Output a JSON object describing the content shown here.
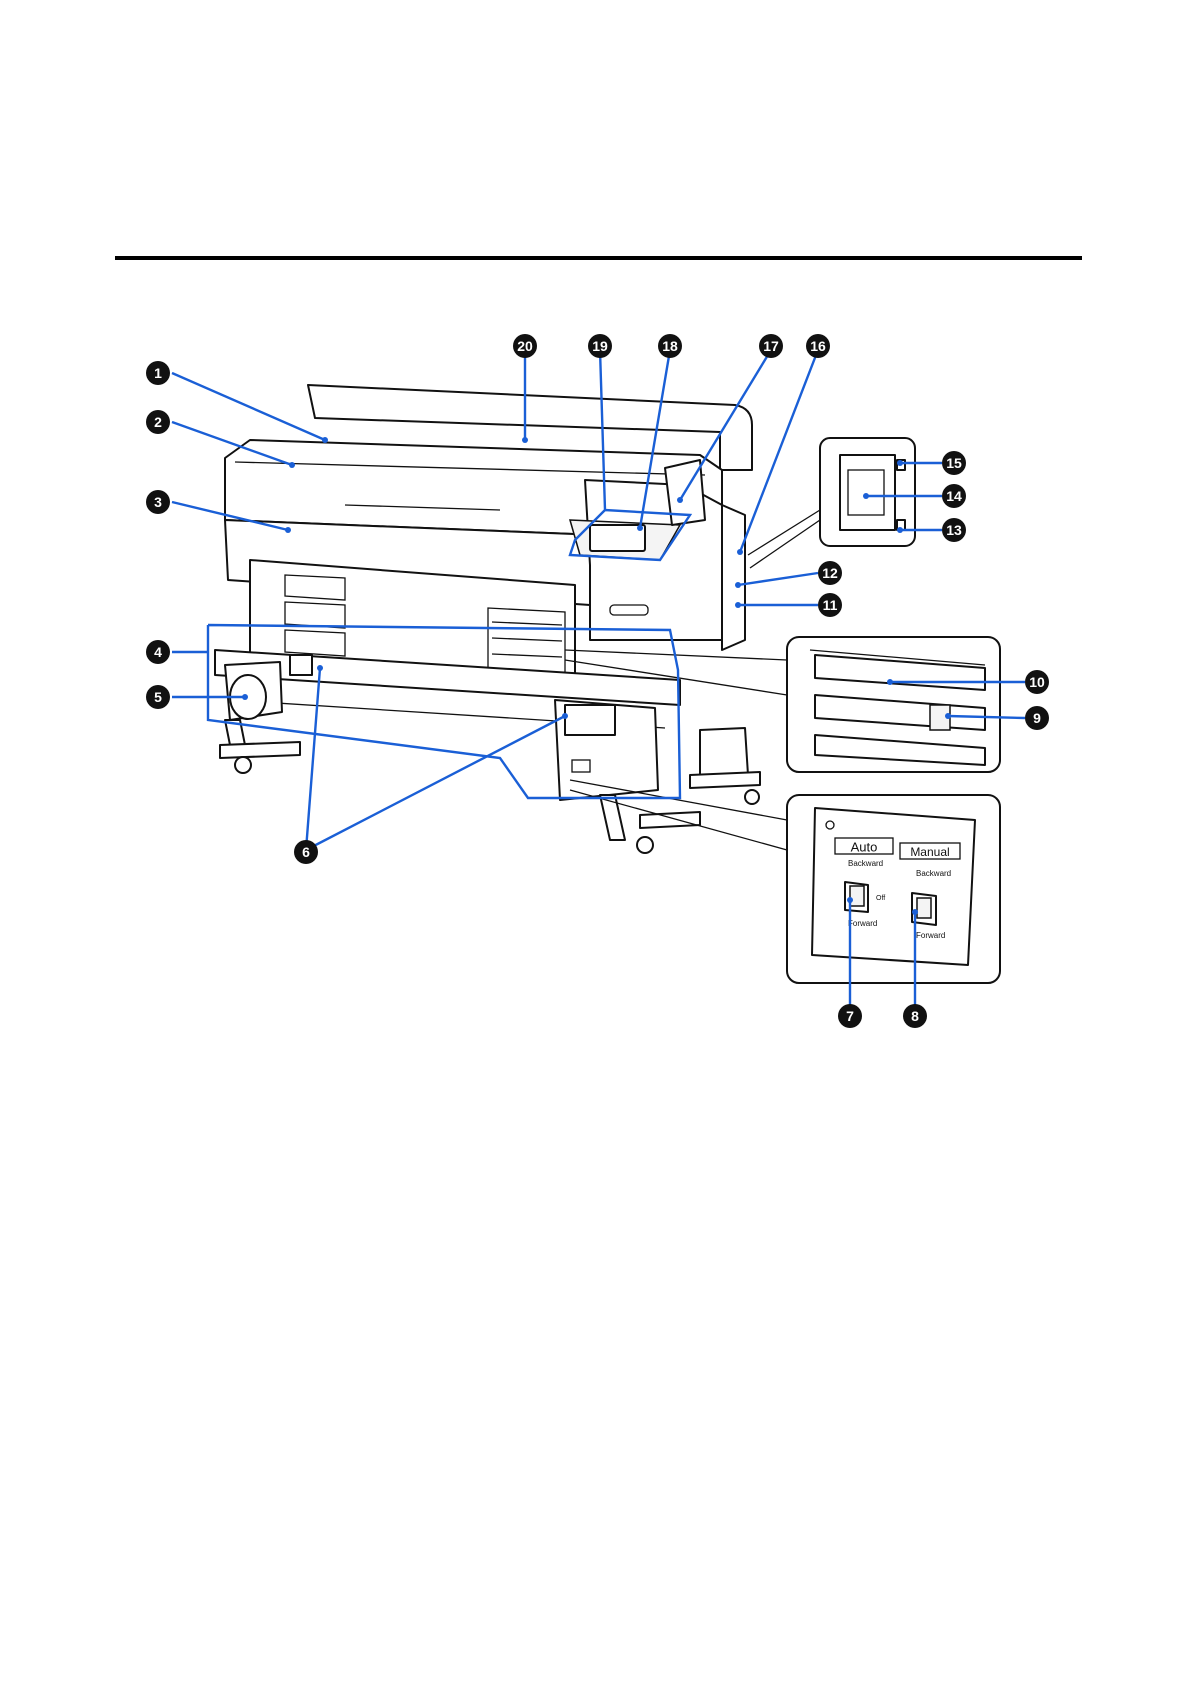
{
  "callouts": [
    "1",
    "2",
    "3",
    "4",
    "5",
    "6",
    "7",
    "8",
    "9",
    "10",
    "11",
    "12",
    "13",
    "14",
    "15",
    "16",
    "17",
    "18",
    "19",
    "20"
  ],
  "switch_panel": {
    "auto_label": "Auto",
    "manual_label": "Manual",
    "backward_label": "Backward",
    "forward_label": "Forward",
    "off_label": "Off"
  },
  "colors": {
    "leader": "#1a5fd6",
    "callout": "#111111"
  }
}
